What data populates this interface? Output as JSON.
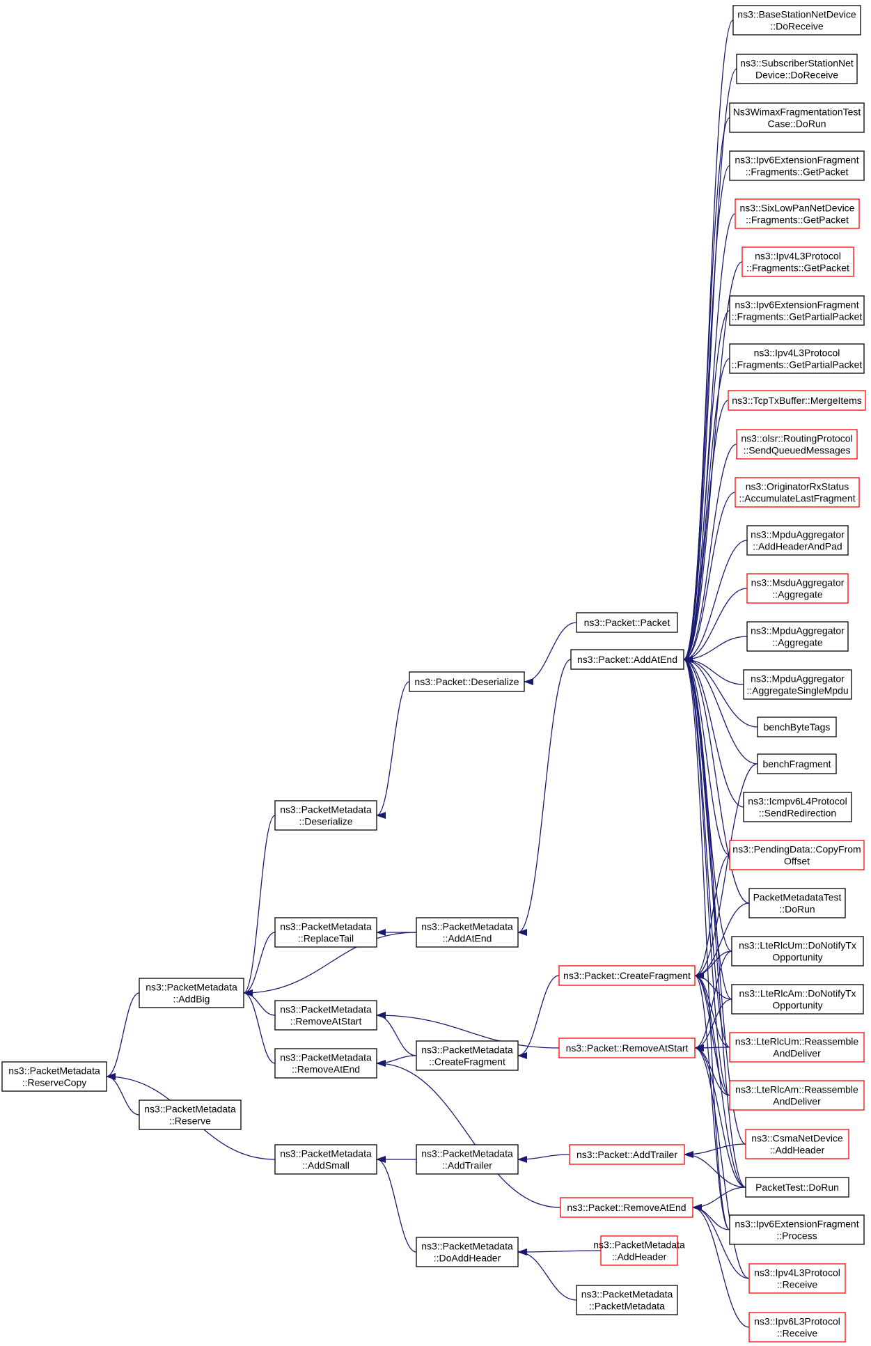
{
  "colors": {
    "edge": "#191970",
    "node_border": "#000000",
    "truncated_border": "#ff0000",
    "current_fill": "#bfbfbf"
  },
  "nodes": [
    {
      "id": "reservecopy",
      "lines": [
        "ns3::PacketMetadata",
        "::ReserveCopy"
      ],
      "style": "current"
    },
    {
      "id": "addbig",
      "lines": [
        "ns3::PacketMetadata",
        "::AddBig"
      ],
      "style": "normal"
    },
    {
      "id": "reserve",
      "lines": [
        "ns3::PacketMetadata",
        "::Reserve"
      ],
      "style": "normal"
    },
    {
      "id": "pm-deserialize",
      "lines": [
        "ns3::PacketMetadata",
        "::Deserialize"
      ],
      "style": "normal"
    },
    {
      "id": "replacetail",
      "lines": [
        "ns3::PacketMetadata",
        "::ReplaceTail"
      ],
      "style": "normal"
    },
    {
      "id": "removeatstart",
      "lines": [
        "ns3::PacketMetadata",
        "::RemoveAtStart"
      ],
      "style": "normal"
    },
    {
      "id": "removeatend",
      "lines": [
        "ns3::PacketMetadata",
        "::RemoveAtEnd"
      ],
      "style": "normal"
    },
    {
      "id": "addsmall",
      "lines": [
        "ns3::PacketMetadata",
        "::AddSmall"
      ],
      "style": "normal"
    },
    {
      "id": "p-deserialize",
      "lines": [
        "ns3::Packet::Deserialize"
      ],
      "style": "normal"
    },
    {
      "id": "pm-addatend",
      "lines": [
        "ns3::PacketMetadata",
        "::AddAtEnd"
      ],
      "style": "normal"
    },
    {
      "id": "pm-createfragment",
      "lines": [
        "ns3::PacketMetadata",
        "::CreateFragment"
      ],
      "style": "normal"
    },
    {
      "id": "pm-addtrailer",
      "lines": [
        "ns3::PacketMetadata",
        "::AddTrailer"
      ],
      "style": "normal"
    },
    {
      "id": "pm-doaddheader",
      "lines": [
        "ns3::PacketMetadata",
        "::DoAddHeader"
      ],
      "style": "normal"
    },
    {
      "id": "p-packet",
      "lines": [
        "ns3::Packet::Packet"
      ],
      "style": "normal"
    },
    {
      "id": "p-addatend",
      "lines": [
        "ns3::Packet::AddAtEnd"
      ],
      "style": "normal"
    },
    {
      "id": "p-createfragment",
      "lines": [
        "ns3::Packet::CreateFragment"
      ],
      "style": "truncated"
    },
    {
      "id": "p-removeatstart",
      "lines": [
        "ns3::Packet::RemoveAtStart"
      ],
      "style": "truncated"
    },
    {
      "id": "p-addtrailer",
      "lines": [
        "ns3::Packet::AddTrailer"
      ],
      "style": "truncated"
    },
    {
      "id": "p-removeatend",
      "lines": [
        "ns3::Packet::RemoveAtEnd"
      ],
      "style": "truncated"
    },
    {
      "id": "pm-addheader",
      "lines": [
        "ns3::PacketMetadata",
        "::AddHeader"
      ],
      "style": "truncated"
    },
    {
      "id": "pm-packetmetadata",
      "lines": [
        "ns3::PacketMetadata",
        "::PacketMetadata"
      ],
      "style": "normal"
    },
    {
      "id": "bsnd",
      "lines": [
        "ns3::BaseStationNetDevice",
        "::DoReceive"
      ],
      "style": "normal"
    },
    {
      "id": "ssnd",
      "lines": [
        "ns3::SubscriberStationNet",
        "Device::DoReceive"
      ],
      "style": "normal"
    },
    {
      "id": "wimaxfrag",
      "lines": [
        "Ns3WimaxFragmentationTest",
        "Case::DoRun"
      ],
      "style": "normal"
    },
    {
      "id": "ipv6frag-gp",
      "lines": [
        "ns3::Ipv6ExtensionFragment",
        "::Fragments::GetPacket"
      ],
      "style": "normal"
    },
    {
      "id": "sixlowpan",
      "lines": [
        "ns3::SixLowPanNetDevice",
        "::Fragments::GetPacket"
      ],
      "style": "truncated"
    },
    {
      "id": "ipv4l3-gp",
      "lines": [
        "ns3::Ipv4L3Protocol",
        "::Fragments::GetPacket"
      ],
      "style": "truncated"
    },
    {
      "id": "ipv6frag-gpp",
      "lines": [
        "ns3::Ipv6ExtensionFragment",
        "::Fragments::GetPartialPacket"
      ],
      "style": "normal"
    },
    {
      "id": "ipv4l3-gpp",
      "lines": [
        "ns3::Ipv4L3Protocol",
        "::Fragments::GetPartialPacket"
      ],
      "style": "normal"
    },
    {
      "id": "tcptxbuffer",
      "lines": [
        "ns3::TcpTxBuffer::MergeItems"
      ],
      "style": "truncated"
    },
    {
      "id": "olsr",
      "lines": [
        "ns3::olsr::RoutingProtocol",
        "::SendQueuedMessages"
      ],
      "style": "truncated"
    },
    {
      "id": "originator",
      "lines": [
        "ns3::OriginatorRxStatus",
        "::AccumulateLastFragment"
      ],
      "style": "truncated"
    },
    {
      "id": "mpdu-pad",
      "lines": [
        "ns3::MpduAggregator",
        "::AddHeaderAndPad"
      ],
      "style": "normal"
    },
    {
      "id": "msdu-agg",
      "lines": [
        "ns3::MsduAggregator",
        "::Aggregate"
      ],
      "style": "truncated"
    },
    {
      "id": "mpdu-agg",
      "lines": [
        "ns3::MpduAggregator",
        "::Aggregate"
      ],
      "style": "normal"
    },
    {
      "id": "mpdu-single",
      "lines": [
        "ns3::MpduAggregator",
        "::AggregateSingleMpdu"
      ],
      "style": "normal"
    },
    {
      "id": "benchbytetags",
      "lines": [
        "benchByteTags"
      ],
      "style": "normal"
    },
    {
      "id": "benchfragment",
      "lines": [
        "benchFragment"
      ],
      "style": "normal"
    },
    {
      "id": "icmpv6",
      "lines": [
        "ns3::Icmpv6L4Protocol",
        "::SendRedirection"
      ],
      "style": "normal"
    },
    {
      "id": "pendingdata",
      "lines": [
        "ns3::PendingData::CopyFrom",
        "Offset"
      ],
      "style": "truncated"
    },
    {
      "id": "pmtest",
      "lines": [
        "PacketMetadataTest",
        "::DoRun"
      ],
      "style": "normal"
    },
    {
      "id": "lterlcum-notify",
      "lines": [
        "ns3::LteRlcUm::DoNotifyTx",
        "Opportunity"
      ],
      "style": "normal"
    },
    {
      "id": "lterlcam-notify",
      "lines": [
        "ns3::LteRlcAm::DoNotifyTx",
        "Opportunity"
      ],
      "style": "normal"
    },
    {
      "id": "lterlcum-reasm",
      "lines": [
        "ns3::LteRlcUm::Reassemble",
        "AndDeliver"
      ],
      "style": "truncated"
    },
    {
      "id": "lterlcam-reasm",
      "lines": [
        "ns3::LteRlcAm::Reassemble",
        "AndDeliver"
      ],
      "style": "truncated"
    },
    {
      "id": "csma",
      "lines": [
        "ns3::CsmaNetDevice",
        "::AddHeader"
      ],
      "style": "truncated"
    },
    {
      "id": "packettest",
      "lines": [
        "PacketTest::DoRun"
      ],
      "style": "normal"
    },
    {
      "id": "ipv6ext-process",
      "lines": [
        "ns3::Ipv6ExtensionFragment",
        "::Process"
      ],
      "style": "normal"
    },
    {
      "id": "ipv6l3-recv",
      "lines": [
        "ns3::Ipv6L3Protocol",
        "::Receive"
      ],
      "style": "truncated"
    },
    {
      "id": "ipv4l3-recv",
      "lines": [
        "ns3::Ipv4L3Protocol",
        "::Receive"
      ],
      "style": "truncated"
    }
  ],
  "edges": [
    [
      "addbig",
      "reservecopy"
    ],
    [
      "reserve",
      "reservecopy"
    ],
    [
      "addsmall",
      "reservecopy"
    ],
    [
      "pm-deserialize",
      "addbig"
    ],
    [
      "replacetail",
      "addbig"
    ],
    [
      "pm-addatend",
      "addbig"
    ],
    [
      "removeatstart",
      "addbig"
    ],
    [
      "removeatend",
      "addbig"
    ],
    [
      "pm-addatend",
      "replacetail"
    ],
    [
      "pm-createfragment",
      "removeatstart"
    ],
    [
      "p-removeatstart",
      "removeatstart"
    ],
    [
      "pm-createfragment",
      "removeatend"
    ],
    [
      "p-removeatend",
      "removeatend"
    ],
    [
      "pm-addtrailer",
      "addsmall"
    ],
    [
      "pm-doaddheader",
      "addsmall"
    ],
    [
      "p-deserialize",
      "pm-deserialize"
    ],
    [
      "p-packet",
      "p-deserialize"
    ],
    [
      "p-addatend",
      "pm-addatend"
    ],
    [
      "p-createfragment",
      "pm-createfragment"
    ],
    [
      "p-addtrailer",
      "pm-addtrailer"
    ],
    [
      "pm-addheader",
      "pm-doaddheader"
    ],
    [
      "pm-packetmetadata",
      "pm-doaddheader"
    ],
    [
      "bsnd",
      "p-addatend"
    ],
    [
      "ssnd",
      "p-addatend"
    ],
    [
      "wimaxfrag",
      "p-addatend"
    ],
    [
      "ipv6frag-gp",
      "p-addatend"
    ],
    [
      "sixlowpan",
      "p-addatend"
    ],
    [
      "ipv4l3-gp",
      "p-addatend"
    ],
    [
      "ipv6frag-gpp",
      "p-addatend"
    ],
    [
      "ipv4l3-gpp",
      "p-addatend"
    ],
    [
      "tcptxbuffer",
      "p-addatend"
    ],
    [
      "olsr",
      "p-addatend"
    ],
    [
      "originator",
      "p-addatend"
    ],
    [
      "mpdu-pad",
      "p-addatend"
    ],
    [
      "msdu-agg",
      "p-addatend"
    ],
    [
      "mpdu-agg",
      "p-addatend"
    ],
    [
      "mpdu-single",
      "p-addatend"
    ],
    [
      "benchbytetags",
      "p-addatend"
    ],
    [
      "benchfragment",
      "p-addatend"
    ],
    [
      "icmpv6",
      "p-addatend"
    ],
    [
      "pendingdata",
      "p-addatend"
    ],
    [
      "pmtest",
      "p-addatend"
    ],
    [
      "lterlcum-notify",
      "p-addatend"
    ],
    [
      "lterlcam-notify",
      "p-addatend"
    ],
    [
      "lterlcum-reasm",
      "p-addatend"
    ],
    [
      "lterlcam-reasm",
      "p-addatend"
    ],
    [
      "csma",
      "p-addatend"
    ],
    [
      "packettest",
      "p-addatend"
    ],
    [
      "ipv6ext-process",
      "p-addatend"
    ],
    [
      "benchfragment",
      "p-createfragment"
    ],
    [
      "pendingdata",
      "p-createfragment"
    ],
    [
      "pmtest",
      "p-createfragment"
    ],
    [
      "lterlcum-notify",
      "p-createfragment"
    ],
    [
      "lterlcam-notify",
      "p-createfragment"
    ],
    [
      "lterlcum-reasm",
      "p-createfragment"
    ],
    [
      "lterlcam-reasm",
      "p-createfragment"
    ],
    [
      "packettest",
      "p-createfragment"
    ],
    [
      "ipv6ext-process",
      "p-createfragment"
    ],
    [
      "lterlcum-notify",
      "p-removeatstart"
    ],
    [
      "lterlcam-notify",
      "p-removeatstart"
    ],
    [
      "lterlcum-reasm",
      "p-removeatstart"
    ],
    [
      "lterlcam-reasm",
      "p-removeatstart"
    ],
    [
      "packettest",
      "p-removeatstart"
    ],
    [
      "ipv4l3-recv",
      "p-removeatstart"
    ],
    [
      "csma",
      "p-addtrailer"
    ],
    [
      "packettest",
      "p-addtrailer"
    ],
    [
      "packettest",
      "p-removeatend"
    ],
    [
      "ipv6ext-process",
      "p-removeatend"
    ],
    [
      "ipv6l3-recv",
      "p-removeatend"
    ],
    [
      "ipv4l3-recv",
      "p-removeatend"
    ]
  ]
}
